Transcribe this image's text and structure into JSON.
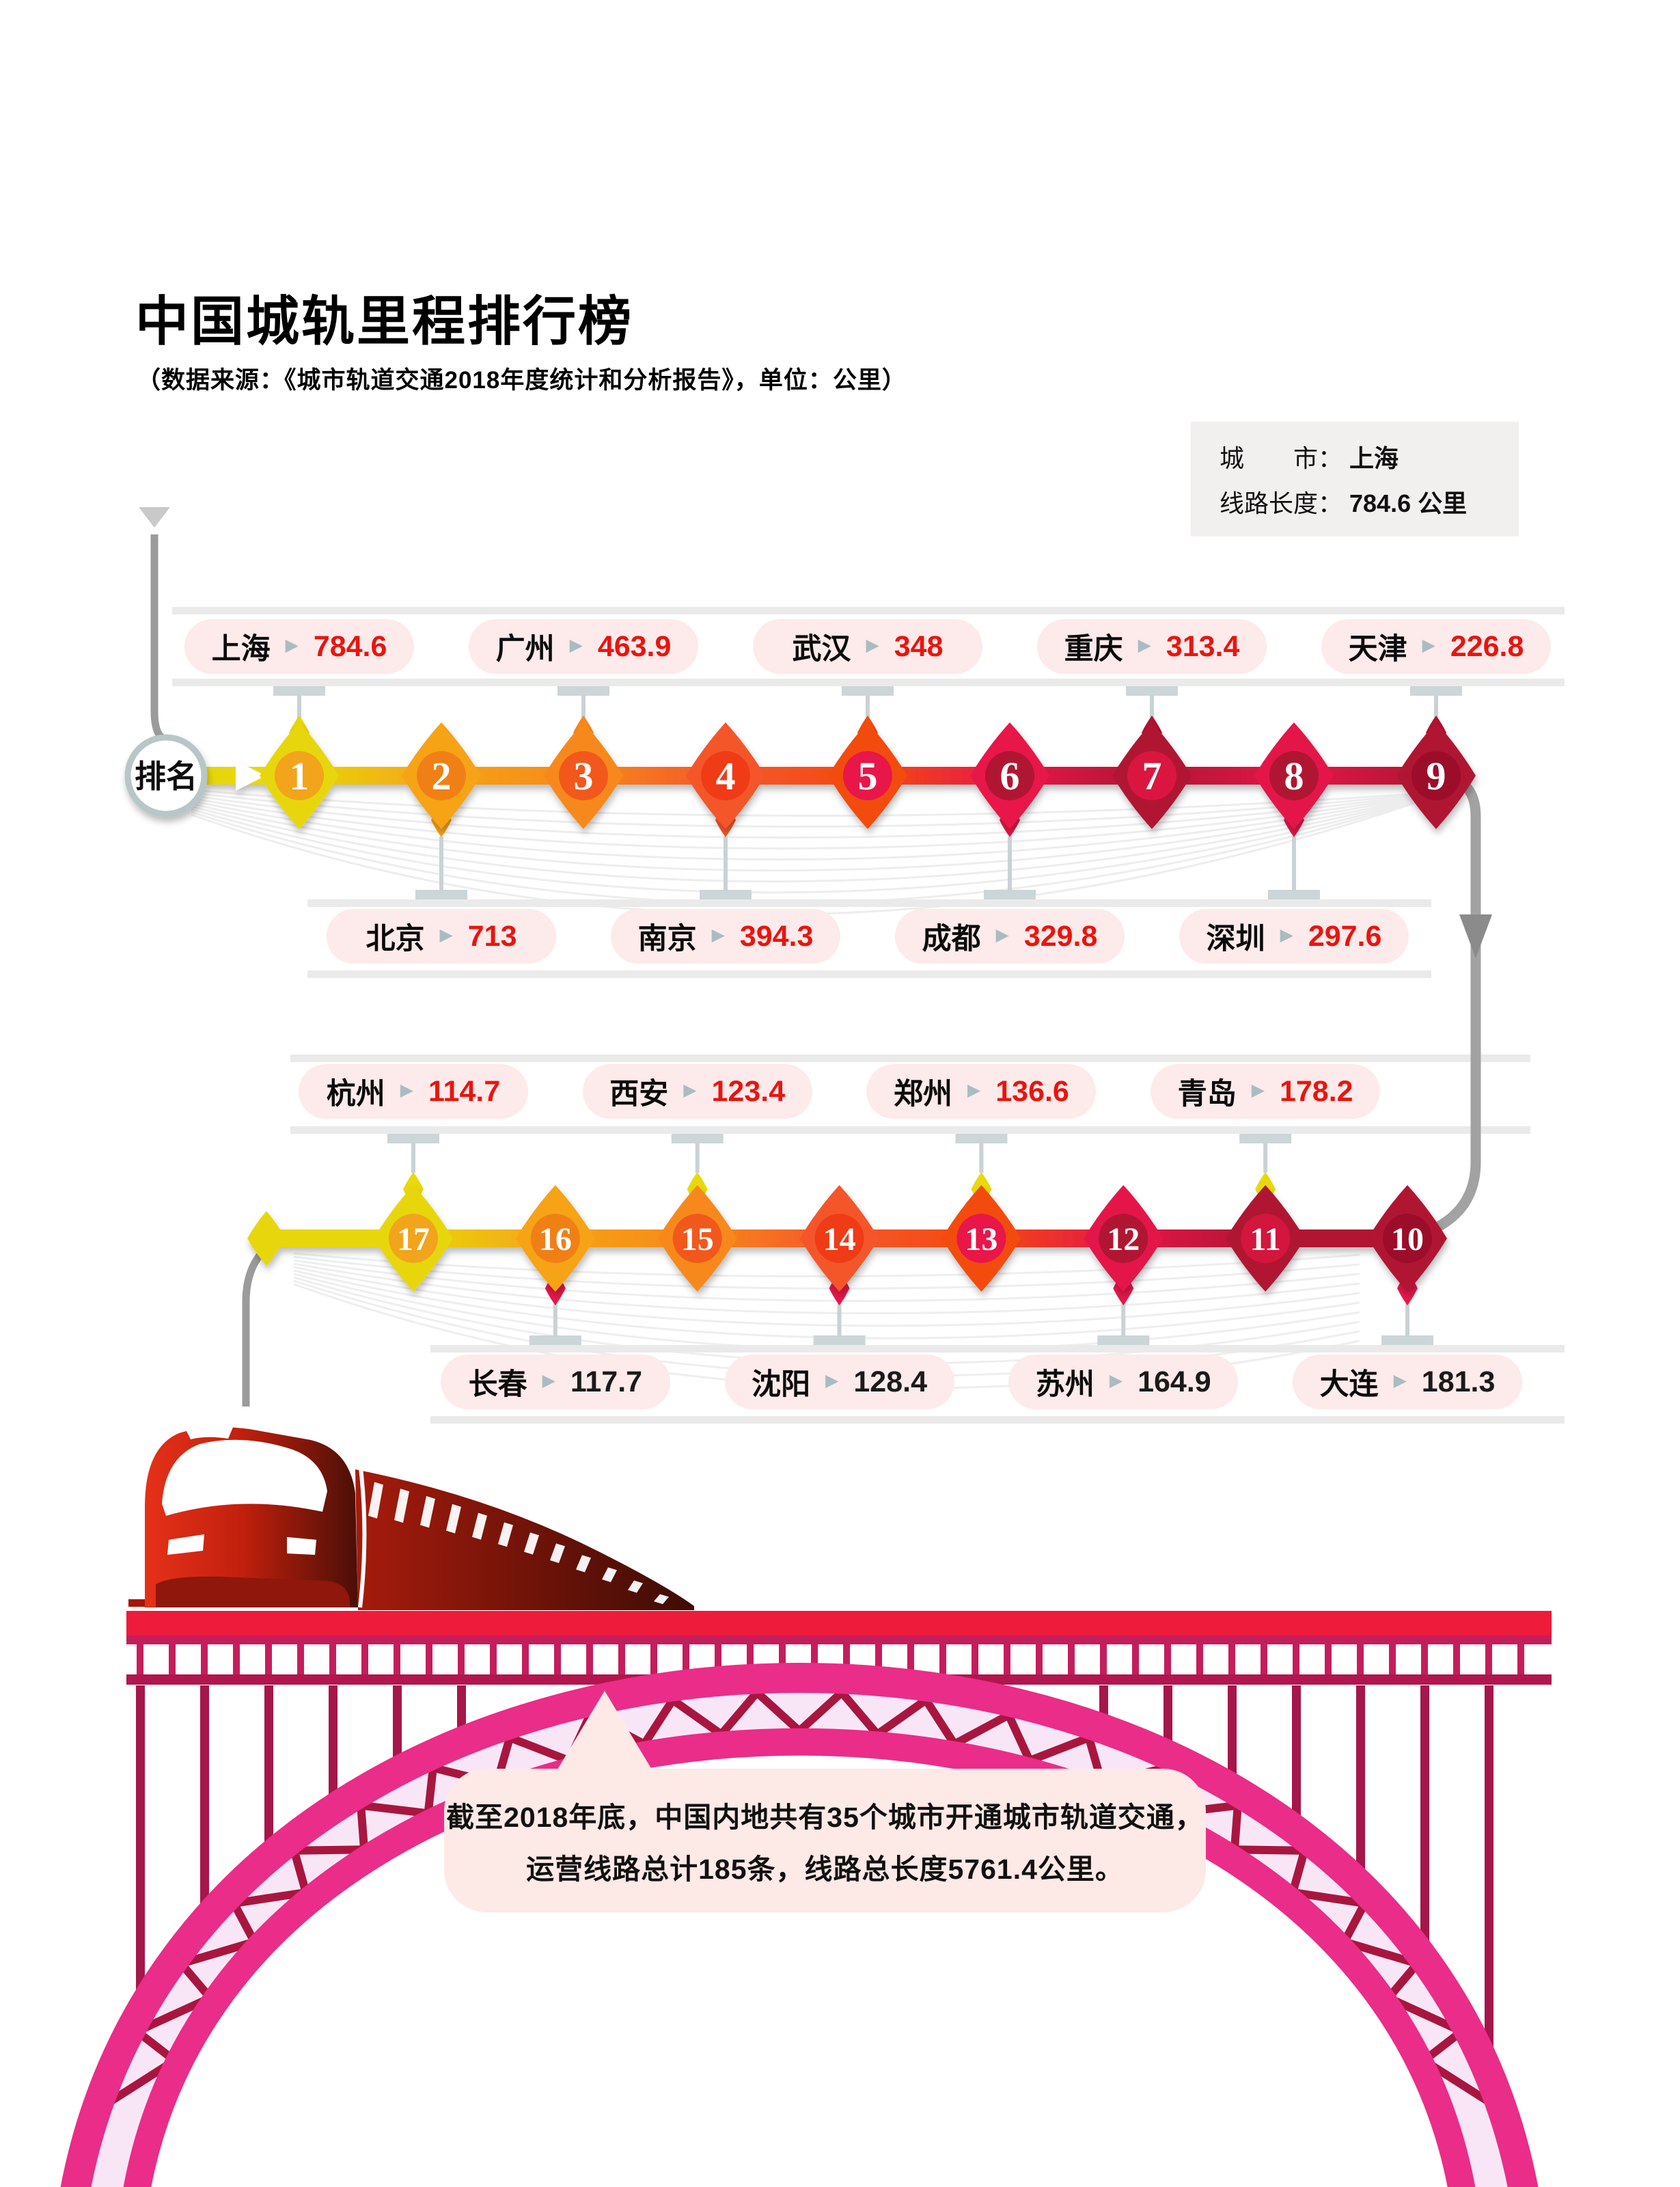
{
  "title": "中国城轨里程排行榜",
  "subtitle": "（数据来源：《城市轨道交通2018年度统计和分析报告》，单位：公里）",
  "info_box": {
    "city_label": "城　　市：",
    "city_value": "上海",
    "length_label": "线路长度：",
    "length_value": "784.6 公里"
  },
  "rank_badge_label": "排名",
  "footnote": {
    "line1": "截至2018年底，中国内地共有35个城市开通城市轨道交通，",
    "line2": "运营线路总计185条，线路总长度5761.4公里。"
  },
  "chart_data": {
    "type": "table",
    "title": "中国城轨里程排行榜",
    "source": "《城市轨道交通2018年度统计和分析报告》",
    "unit": "公里",
    "columns": [
      "排名",
      "城市",
      "线路长度"
    ],
    "rows": [
      [
        1,
        "上海",
        "784.6"
      ],
      [
        2,
        "北京",
        "713"
      ],
      [
        3,
        "广州",
        "463.9"
      ],
      [
        4,
        "南京",
        "394.3"
      ],
      [
        5,
        "武汉",
        "348"
      ],
      [
        6,
        "成都",
        "329.8"
      ],
      [
        7,
        "重庆",
        "313.4"
      ],
      [
        8,
        "深圳",
        "297.6"
      ],
      [
        9,
        "天津",
        "226.8"
      ],
      [
        10,
        "大连",
        "181.3"
      ],
      [
        11,
        "青岛",
        "178.2"
      ],
      [
        12,
        "苏州",
        "164.9"
      ],
      [
        13,
        "郑州",
        "136.6"
      ],
      [
        14,
        "沈阳",
        "128.4"
      ],
      [
        15,
        "西安",
        "123.4"
      ],
      [
        16,
        "长春",
        "117.7"
      ],
      [
        17,
        "杭州",
        "114.7"
      ]
    ],
    "layout_note": "ranks 1-9 on upper metro line, ranks 10-17 on lower metro line; odd ranks labeled above, even ranks labeled below"
  },
  "palette": {
    "value_red": "#e8150f",
    "value_black": "#1a1a1a",
    "pill_bg": "#fdeaea",
    "band_gray": "#eaeaea",
    "connector_gray": "#c9d2d4",
    "foot_gray": "#ccd5d7",
    "route_gray": "#a2a2a2",
    "rank_colors": {
      "1": "#e8d60a",
      "2": "#f6a318",
      "3": "#f7891a",
      "4": "#f4562a",
      "5": "#f34b10",
      "6": "#e8174a",
      "7": "#b01231",
      "8": "#e4164a",
      "9": "#b01231",
      "10": "#b01231",
      "11": "#b01231",
      "12": "#e4164a",
      "13": "#f34b10",
      "14": "#f4562a",
      "15": "#f7891a",
      "16": "#f6a318",
      "17": "#e8d60a"
    },
    "rank_inner_colors": {
      "1": "#f2a41c",
      "2": "#f08019",
      "3": "#f2591f",
      "4": "#ef3b13",
      "5": "#e8174a",
      "6": "#b01231",
      "7": "#da1640",
      "8": "#b01231",
      "9": "#9c0f2b",
      "10": "#9c0f2b",
      "11": "#d2143e",
      "12": "#b01231",
      "13": "#e8174a",
      "14": "#ef3b13",
      "15": "#f2591f",
      "16": "#f08019",
      "17": "#f2a41c"
    },
    "small_diamond_top_line2": "#e9d90c",
    "small_diamond_bottom_line2": "#e8174a",
    "deck_red": "#ee1b3a",
    "rail_magenta": "#c51d5c",
    "rail_dark": "#b1164e",
    "hanger_crimson": "#a5164a",
    "arch_pink": "#ea2d88",
    "arch_fill": "#f8e6f7",
    "truss_dark": "#a8163f",
    "train_red": "#d42513",
    "bubble_bg": "#fde9e6",
    "info_bg": "#f1f0ee"
  }
}
